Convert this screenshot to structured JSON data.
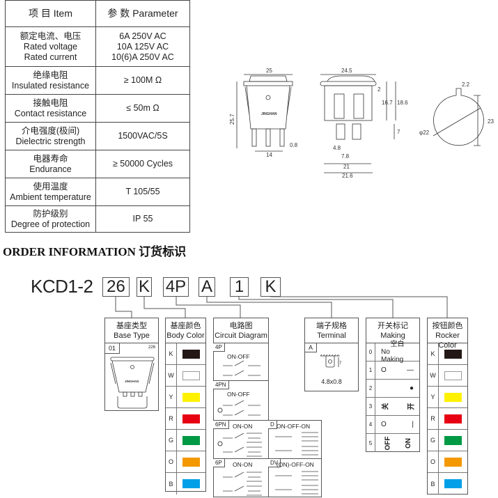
{
  "spec_table": {
    "header": {
      "item": "项 目   Item",
      "parameter": "参 数   Parameter"
    },
    "rows": [
      {
        "item": [
          "额定电流、电压",
          "Rated voltage",
          "Rated current"
        ],
        "value": [
          "6A 250V AC",
          "10A 125V AC",
          "10(6)A 250V AC"
        ]
      },
      {
        "item": [
          "绝缘电阻",
          "Insulated resistance"
        ],
        "value": [
          "≥ 100M Ω"
        ]
      },
      {
        "item": [
          "接触电阻",
          "Contact resistance"
        ],
        "value": [
          "≤ 50m Ω"
        ]
      },
      {
        "item": [
          "介电强度(极间)",
          "Dielectric strength"
        ],
        "value": [
          "1500VAC/5S"
        ]
      },
      {
        "item": [
          "电器寿命",
          "Endurance"
        ],
        "value": [
          "≥ 50000 Cycles"
        ]
      },
      {
        "item": [
          "使用温度",
          "Ambient temperature"
        ],
        "value": [
          "T 105/55"
        ]
      },
      {
        "item": [
          "防护级别",
          "Degree of protection"
        ],
        "value": [
          "IP 55"
        ]
      }
    ]
  },
  "drawing": {
    "front": {
      "width": "25",
      "height": "25.7",
      "pitch": "14",
      "pin": "0.8",
      "logo": "JINGHAN"
    },
    "side": {
      "width": "24.5",
      "d1": "2",
      "d2": "16.7",
      "d3": "18.6",
      "d4": "7",
      "t1": "4.8",
      "t2": "7.8",
      "w1": "21",
      "w2": "21.6"
    },
    "cutout": {
      "key": "2.2",
      "dia": "φ22",
      "h": "23"
    }
  },
  "order": {
    "title": "ORDER INFORMATION 订货标识",
    "model": "KCD1-2",
    "codes": [
      "26",
      "K",
      "4P",
      "A",
      "1",
      "K"
    ],
    "base_type": {
      "title_cn": "基座类型",
      "title_en": "Base Type",
      "code": "01",
      "size": "226",
      "logo": "JINGHAN"
    },
    "body_color": {
      "title_cn": "基座颜色",
      "title_en": "Body Color",
      "items": [
        {
          "code": "K",
          "color": "#231815"
        },
        {
          "code": "W",
          "color": "#ffffff"
        },
        {
          "code": "Y",
          "color": "#fff100"
        },
        {
          "code": "R",
          "color": "#e60012"
        },
        {
          "code": "G",
          "color": "#009944"
        },
        {
          "code": "O",
          "color": "#f39800"
        },
        {
          "code": "B",
          "color": "#00a0e9"
        }
      ]
    },
    "circuit": {
      "title_cn": "电路图",
      "title_en": "Circuit Diagram",
      "items": [
        {
          "code": "4P",
          "label": "ON-OFF"
        },
        {
          "code": "4PN",
          "label": "ON-OFF"
        },
        {
          "code": "6PN",
          "label": "ON-ON"
        },
        {
          "code": "6P",
          "label": "ON-ON"
        },
        {
          "code": "D",
          "label": "ON-OFF-ON"
        },
        {
          "code": "DV",
          "label": "(ON)-OFF-ON"
        }
      ]
    },
    "terminal": {
      "title_cn": "端子规格",
      "title_en": "Terminal",
      "code": "A",
      "dim": "7",
      "size": "4.8x0.8"
    },
    "making": {
      "title_cn": "开关标记",
      "title_en": "Making",
      "items": [
        {
          "code": "0",
          "left": "空白",
          "right": "No Making"
        },
        {
          "code": "1",
          "left": "O",
          "right": "—"
        },
        {
          "code": "2",
          "left": "",
          "right": "●"
        },
        {
          "code": "3",
          "left": "关",
          "right": "开"
        },
        {
          "code": "4",
          "left": "O",
          "right": "|"
        },
        {
          "code": "5",
          "left": "OFF",
          "right": "ON"
        }
      ]
    },
    "rocker_color": {
      "title_cn": "按钮颜色",
      "title_en": "Rocker Color",
      "items": [
        {
          "code": "K",
          "color": "#231815"
        },
        {
          "code": "W",
          "color": "#ffffff"
        },
        {
          "code": "Y",
          "color": "#fff100"
        },
        {
          "code": "R",
          "color": "#e60012"
        },
        {
          "code": "G",
          "color": "#009944"
        },
        {
          "code": "O",
          "color": "#f39800"
        },
        {
          "code": "B",
          "color": "#00a0e9"
        }
      ]
    }
  }
}
